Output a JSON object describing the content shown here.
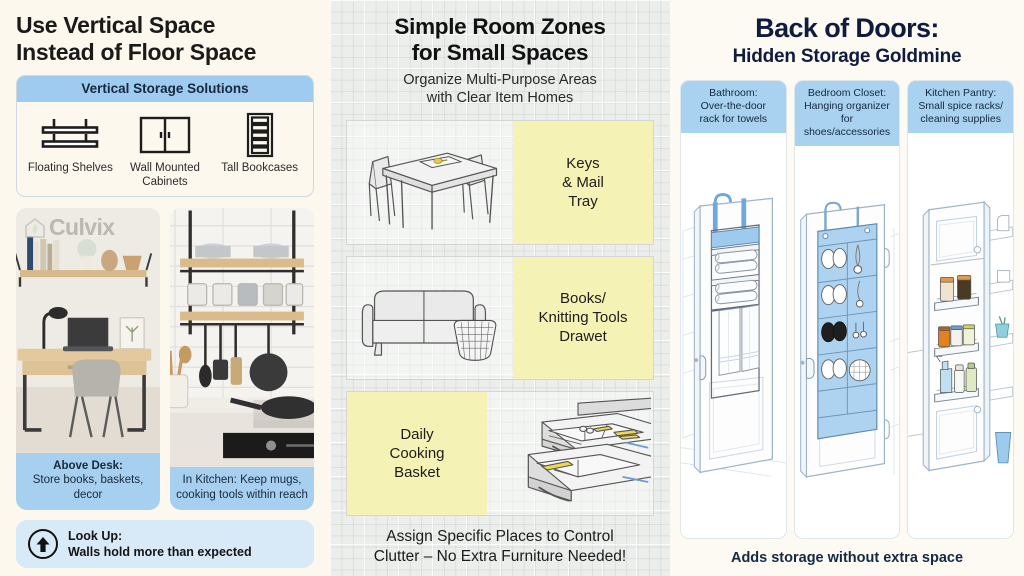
{
  "panels": {
    "left": {
      "title_line1": "Use Vertical Space",
      "title_line2": "Instead of Floor Space",
      "card": {
        "header": "Vertical Storage Solutions",
        "items": [
          {
            "icon": "floating-shelves-icon",
            "label": "Floating Shelves"
          },
          {
            "icon": "wall-cabinet-icon",
            "label": "Wall Mounted Cabinets"
          },
          {
            "icon": "tall-bookcase-icon",
            "label": "Tall Bookcases"
          }
        ]
      },
      "watermark": {
        "brand": "Culvix",
        "icon": "house-leaf-logo-icon"
      },
      "photos": [
        {
          "name": "above-desk",
          "caption_bold": "Above Desk:",
          "caption_rest": "Store books, baskets, decor"
        },
        {
          "name": "in-kitchen",
          "caption_bold": "",
          "caption_rest": "In Kitchen: Keep mugs, cooking tools within reach"
        }
      ],
      "callout": {
        "icon": "up-arrow-circle-icon",
        "line1": "Look Up:",
        "line2": "Walls hold more than expected"
      }
    },
    "middle": {
      "title_line1": "Simple Room Zones",
      "title_line2": "for Small Spaces",
      "subtitle_line1": "Organize Multi-Purpose Areas",
      "subtitle_line2": "with Clear Item Homes",
      "zones": [
        {
          "illustration": "dining-table-chairs-illustration",
          "tag": "Keys\n& Mail\nTray",
          "tag_side": "right"
        },
        {
          "illustration": "sofa-basket-illustration",
          "tag": "Books/\nKnitting Tools\nDrawet",
          "tag_side": "right"
        },
        {
          "illustration": "kitchen-drawers-illustration",
          "tag": "Daily\nCooking\nBasket",
          "tag_side": "left"
        }
      ],
      "footer_line1": "Assign Specific Places to Control",
      "footer_line2": "Clutter – No Extra Furniture Needed!"
    },
    "right": {
      "title": "Back of Doors:",
      "subtitle": "Hidden Storage Goldmine",
      "cards": [
        {
          "name": "bathroom",
          "head_line1": "Bathroom:",
          "head_line2": "Over-the-door",
          "head_line3": "rack for towels",
          "art": "door-towel-rack-illustration"
        },
        {
          "name": "bedroom-closet",
          "head_line1": "Bedroom Closet:",
          "head_line2": "Hanging organizer",
          "head_line3": "for shoes/accessories",
          "art": "door-shoe-organizer-illustration"
        },
        {
          "name": "kitchen-pantry",
          "head_line1": "Kitchen Pantry:",
          "head_line2": "Small spice racks/",
          "head_line3": "cleaning supplies",
          "art": "pantry-door-spice-racks-illustration"
        }
      ],
      "footer": "Adds storage without extra space"
    }
  },
  "colors": {
    "cream_bg": "#fdf8ee",
    "grid_bg": "#eceeec",
    "right_bg": "#fdfaf4",
    "blue_header": "#9ecbef",
    "blue_caption": "#a6cff0",
    "blue_callout": "#d8eaf8",
    "yellow_tag": "#f4f2b4",
    "navy_text": "#101c3d",
    "dark_text": "#1a1a1a"
  }
}
